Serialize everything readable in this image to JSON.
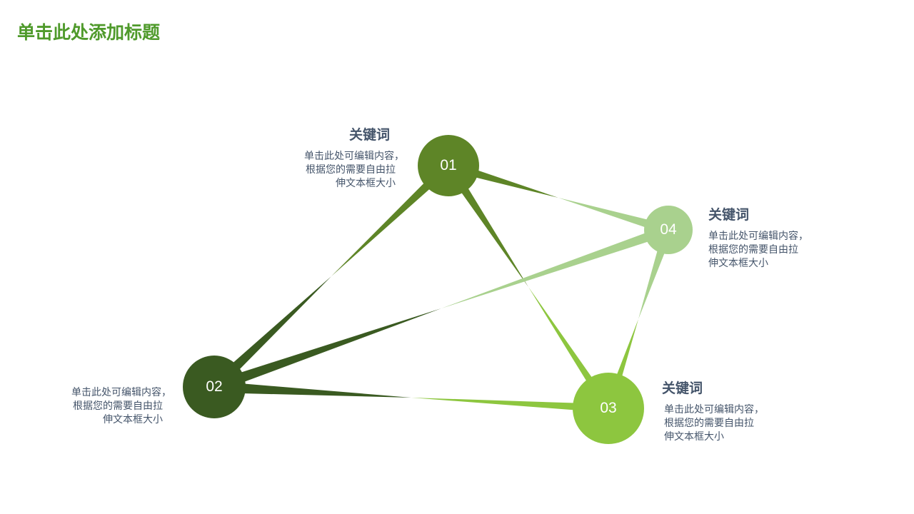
{
  "title": "单击此处添加标题",
  "nodes": [
    {
      "id": "01",
      "color": "#5e8527"
    },
    {
      "id": "02",
      "color": "#3a5a21"
    },
    {
      "id": "03",
      "color": "#8dc63f"
    },
    {
      "id": "04",
      "color": "#a9d18e"
    }
  ],
  "blocks": [
    {
      "keyword": "关键词",
      "lines": [
        "单击此处可编辑内容，",
        "根据您的需要自由拉",
        "伸文本框大小"
      ]
    },
    {
      "lines": [
        "单击此处可编辑内容，",
        "根据您的需要自由拉",
        "伸文本框大小"
      ]
    },
    {
      "keyword": "关键词",
      "lines": [
        "单击此处可编辑内容，",
        "根据您的需要自由拉",
        "伸文本框大小"
      ]
    },
    {
      "keyword": "关键词",
      "lines": [
        "单击此处可编辑内容，",
        "根据您的需要自由拉",
        "伸文本框大小"
      ]
    }
  ]
}
